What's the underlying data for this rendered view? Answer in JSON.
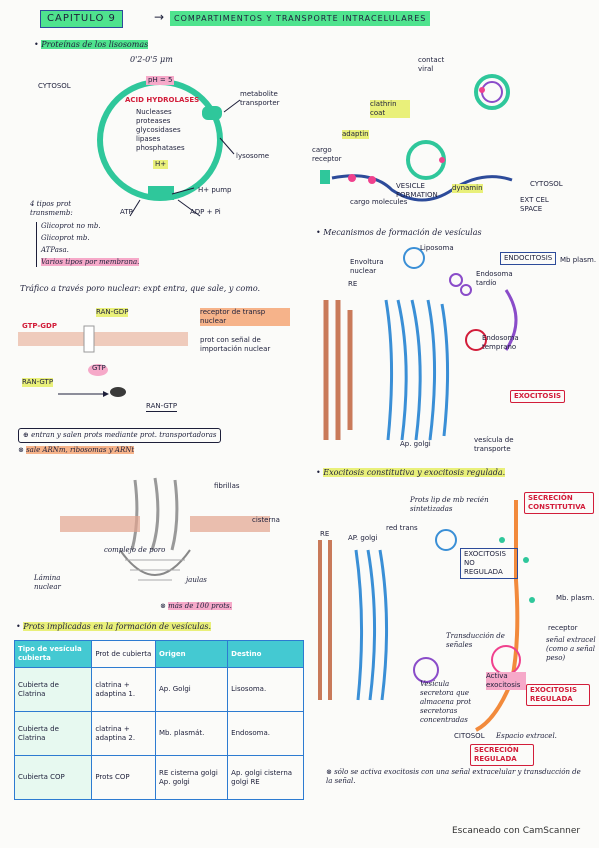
{
  "header": {
    "chapter": "CAPITULO 9",
    "title": "COMPARTIMENTOS Y TRANSPORTE INTRACELULARES"
  },
  "lysosome": {
    "heading": "Proteínas de los lisosomas",
    "size": "0'2-0'5 μm",
    "ph": "pH = 5",
    "enzymes_title": "ACID HYDROLASES",
    "enzymes": [
      "Nucleases",
      "proteases",
      "glycosidases",
      "lipases",
      "phosphatases"
    ],
    "cytosol": "CYTOSOL",
    "metabolite": "metabolite transporter",
    "lysosome": "lysosome",
    "hplus": "H+",
    "hpump": "H+ pump",
    "atp": "ATP",
    "adp": "ADP + Pi",
    "types_title": "4 tipos prot transmemb:",
    "types": [
      "Glicoprot no mb.",
      "Glicoprot mb.",
      "ATPasa.",
      "Varios tipos por membrana."
    ]
  },
  "nuclear": {
    "heading": "Tráfico a través poro nuclear: expt entra, que sale, y como.",
    "gtp_gdp": "GTP-GDP",
    "ran_gdp": "RAN-GDP",
    "gtp": "GTP",
    "ran_gtp": "RAN-GTP",
    "ran_gtp2": "RAN-GTP",
    "receptor": "receptor de transp nuclear",
    "prot_signal": "prot con señal de importación nuclear",
    "note1": "entran y salen prots mediante prot. transportadoras",
    "note2": "sale ARNm, ribosomas y ARNt",
    "fibrillas": "fibrillas",
    "cisterna": "cisterna",
    "complejo": "complejo de poro",
    "lamina": "Lámina nuclear",
    "jaulas": "jaulas",
    "mas100": "más de 100 prots."
  },
  "coat": {
    "heading": "Prots implicadas en la formación de vesículas.",
    "headers": [
      "Tipo de vesícula cubierta",
      "Prot de cubierta",
      "Origen",
      "Destino"
    ],
    "rows": [
      [
        "Cubierta de Clatrina",
        "clatrina + adaptina 1.",
        "Ap. Golgi",
        "Lisosoma."
      ],
      [
        "Cubierta de Clatrina",
        "clatrina + adaptina 2.",
        "Mb. plasmát.",
        "Endosoma."
      ],
      [
        "Cubierta COP",
        "Prots COP",
        "RE cisterna golgi Ap. golgi",
        "Ap. golgi cisterna golgi RE"
      ]
    ]
  },
  "clathrin": {
    "cargo_receptor": "cargo receptor",
    "adaptin": "adaptin",
    "clathrin_coat": "clathrin coat",
    "dynamin": "dynamin",
    "vesicle": "VESICLE FORMATION",
    "cargo_molecules": "cargo molecules",
    "contact": "contact viral",
    "cytosol": "CYTOSOL",
    "extracel": "EXT CEL SPACE"
  },
  "vesicle": {
    "heading": "Mecanismos de formación de vesículas",
    "liposome": "Liposoma",
    "endocytosis": "ENDOCITOSIS",
    "envoltura": "Envoltura nuclear",
    "re": "RE",
    "endosoma_tardio": "Endosoma tardío",
    "endosoma_temprano": "Endosoma temprano",
    "exocytosis": "EXOCITOSIS",
    "golgi": "Ap. golgi",
    "vesicula_transporte": "vesícula de transporte",
    "mb_plasma": "Mb plasm."
  },
  "exo": {
    "heading": "Exocitosis constitutiva y exocitosis regulada.",
    "prots": "Prots lip de mb recién sintetizadas",
    "secrecion_constitutiva": "SECRECIÓN CONSTITUTIVA",
    "re": "RE",
    "golgi": "AP. golgi",
    "red_trans": "red trans",
    "exocitosis_no_regulada": "EXOCITOSIS NO REGULADA",
    "mb_plasm": "Mb. plasm.",
    "transduccion": "Transducción de señales",
    "receptor": "receptor",
    "senal": "señal extracel (como a señal peso)",
    "vesicula_secretora": "Vesícula secretora que almacena prot secretoras concentradas",
    "activa": "Activa exocitosis",
    "exocitosis_regulada": "EXOCITOSIS REGULADA",
    "citosol": "CITOSOL",
    "espacio": "Espacio extracel.",
    "secrecion_regulada": "SECRECIÓN REGULADA",
    "note": "sólo se activa exocitosis con una señal extracelular y transducción de la señal."
  },
  "footer": "Escaneado con CamScanner"
}
